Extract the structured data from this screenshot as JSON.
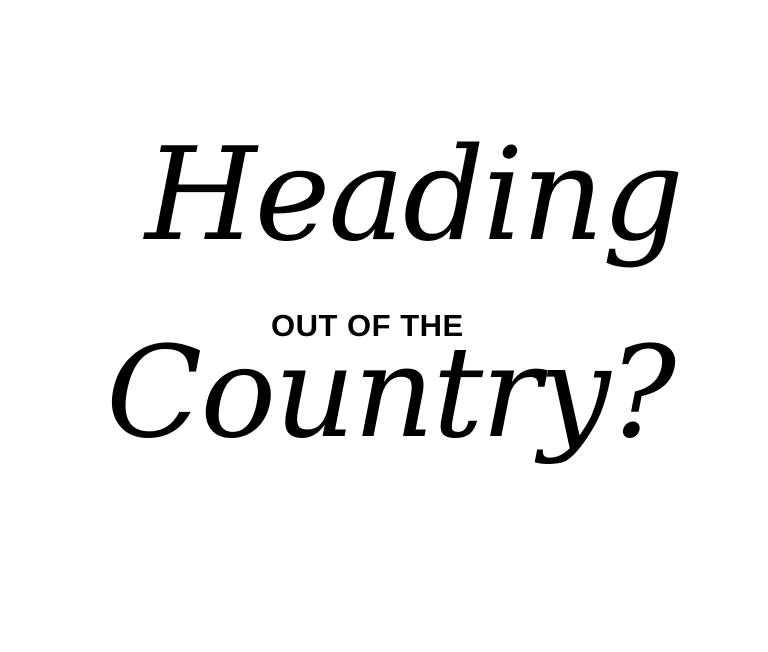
{
  "lines": {
    "top": "Heading",
    "middle": "OUT OF THE",
    "bottom": "Country?"
  },
  "colors": {
    "text": "#000000",
    "background": "#ffffff"
  }
}
